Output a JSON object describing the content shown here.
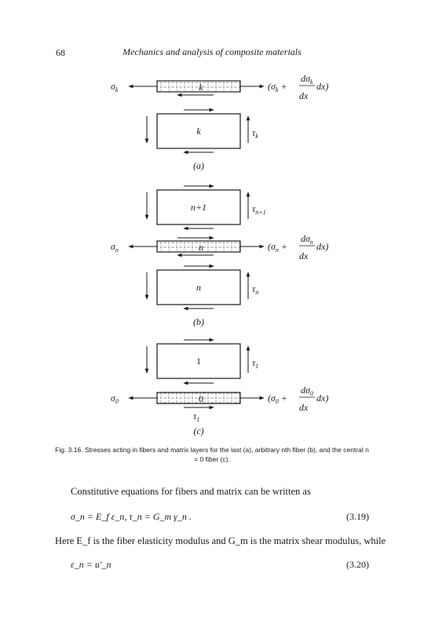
{
  "header": {
    "page_number": "68",
    "running_title": "Mechanics and analysis of composite materials"
  },
  "figure": {
    "panel_a": {
      "left_stress": "σ_k",
      "right_stress": "(σ_k + dσ_k/dx dx)",
      "fiber_label": "k",
      "matrix_label": "k",
      "shear": "τ_k",
      "tag": "(a)"
    },
    "panel_b": {
      "upper_matrix_label": "n+1",
      "upper_shear": "τ_n+1",
      "left_stress": "σ_n",
      "fiber_label": "n",
      "right_stress": "(σ_n + dσ_n/dx dx)",
      "lower_matrix_label": "n",
      "lower_shear": "τ_n",
      "tag": "(b)"
    },
    "panel_c": {
      "matrix_label": "1",
      "shear": "τ_1",
      "left_stress": "σ_0",
      "fiber_label": "0",
      "right_stress": "(σ_0 + dσ_0/dx dx)",
      "bottom_shear": "τ_1",
      "tag": "(c)"
    },
    "caption": "Fig. 3.16. Stresses acting in fibers and matrix layers for the last (a), arbitrary nth fiber (b), and the central n = 0 fiber (c)."
  },
  "body": {
    "paragraph_1": "Constitutive equations for fibers and matrix can be written as",
    "equation_319": "σ_n = E_f ε_n,   τ_n = G_m γ_n  .",
    "equation_319_number": "(3.19)",
    "paragraph_2": "Here E_f is the fiber elasticity modulus and G_m is the matrix shear modulus, while",
    "equation_320": "ε_n = u′_n",
    "equation_320_number": "(3.20)"
  }
}
